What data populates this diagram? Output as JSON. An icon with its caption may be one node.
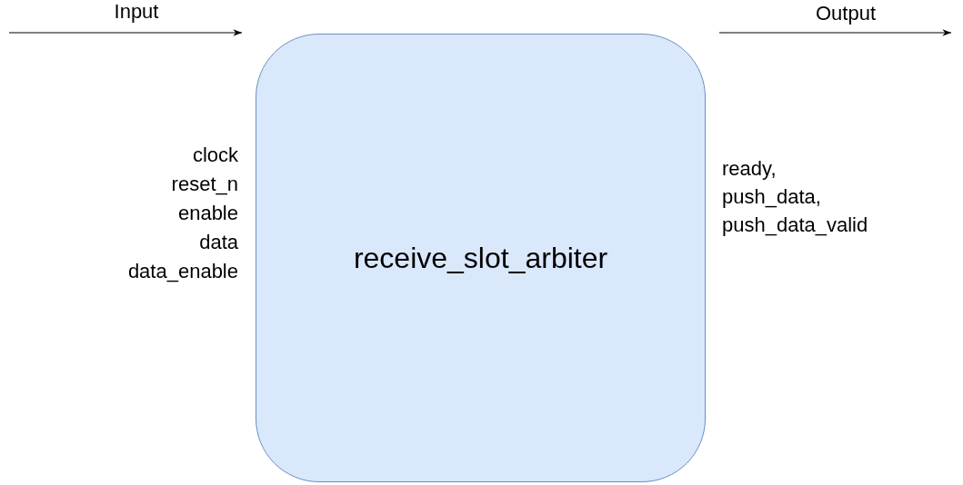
{
  "diagram": {
    "nodes": [
      {
        "text": [
          "receive_slot_arbiter"
        ],
        "beside": [
          "clock",
          "reset_n",
          "enable",
          "data",
          "data_enable",
          "ready,",
          "push_data,",
          "push_data_valid"
        ]
      }
    ],
    "labels": [
      "Input",
      "Output"
    ]
  }
}
